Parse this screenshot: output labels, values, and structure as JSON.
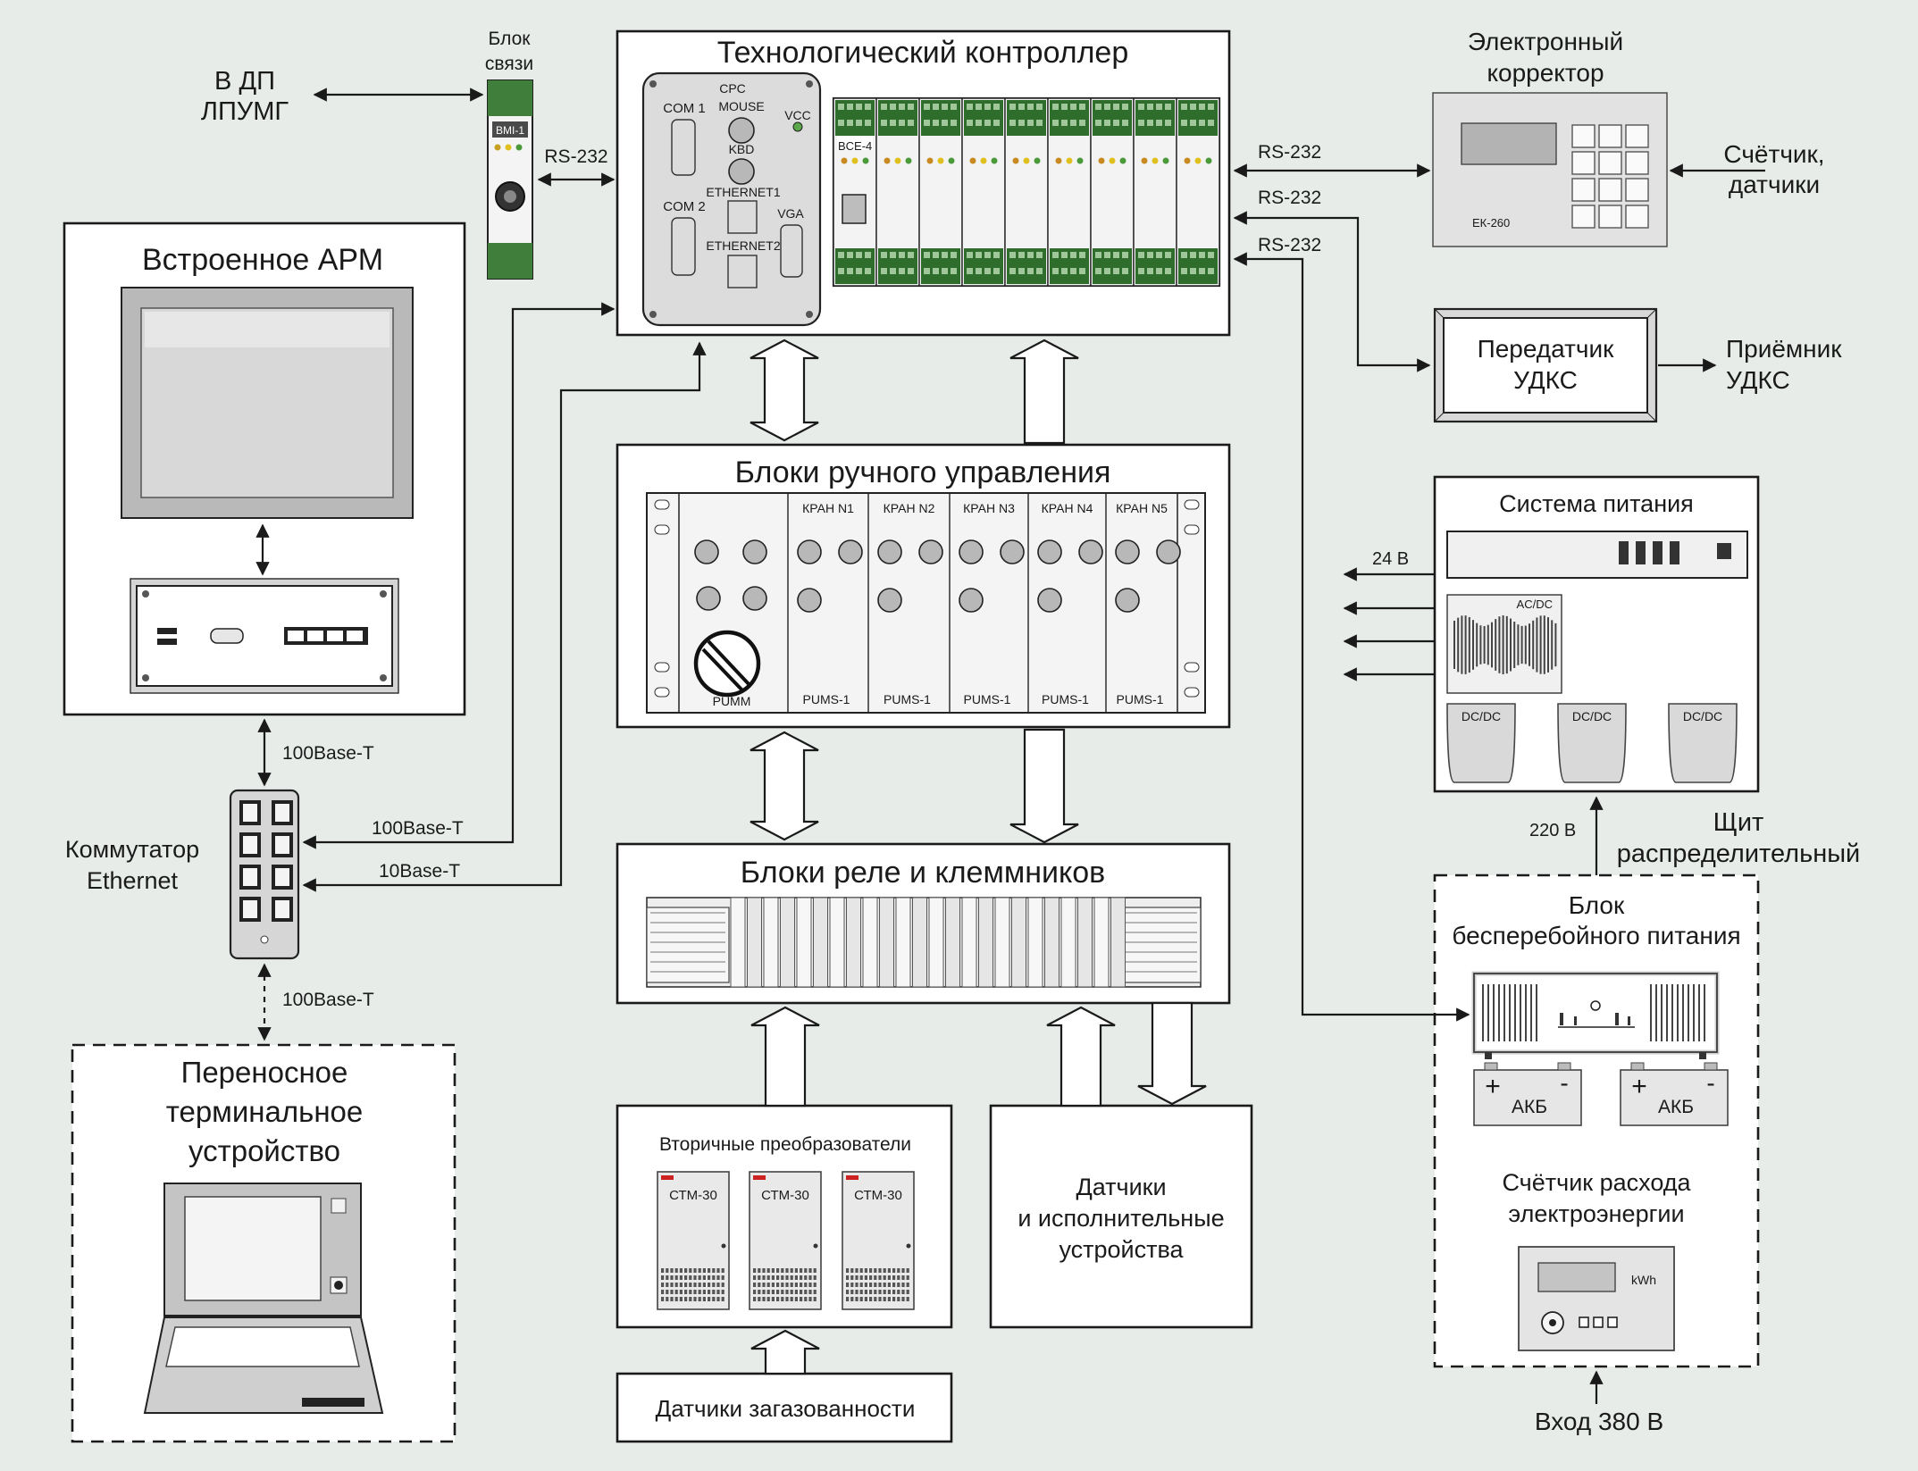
{
  "ctrl": {
    "title": "Технологический контроллер",
    "com1": "COM 1",
    "com2": "COM 2",
    "cpc": "CPC",
    "mouse": "MOUSE",
    "kbd": "KBD",
    "eth1": "ETHERNET1",
    "eth2": "ETHERNET2",
    "vga": "VGA",
    "vcc": "VCC",
    "module": "BCE-4"
  },
  "link_block": {
    "title_l1": "Блок",
    "title_l2": "связи",
    "model": "BMI-1"
  },
  "dp": {
    "l1": "В ДП",
    "l2": "ЛПУМГ"
  },
  "arm": {
    "title": "Встроенное АРМ"
  },
  "switch": {
    "l1": "Коммутатор",
    "l2": "Ethernet"
  },
  "portable": {
    "l1": "Переносное",
    "l2": "терминальное",
    "l3": "устройство"
  },
  "manual": {
    "title": "Блоки ручного управления",
    "main_module": "PUMM",
    "valves": [
      "КРАН N1",
      "КРАН N2",
      "КРАН N3",
      "КРАН N4",
      "КРАН N5"
    ],
    "module": "PUMS-1"
  },
  "relay": {
    "title": "Блоки реле и клеммников"
  },
  "secondary": {
    "title": "Вторичные преобразователи",
    "device": "СТМ-30"
  },
  "gas": {
    "title": "Датчики загазованности"
  },
  "sensors": {
    "l1": "Датчики",
    "l2": "и исполнительные",
    "l3": "устройства"
  },
  "corrector": {
    "l1": "Электронный",
    "l2": "корректор",
    "model": "ЕК-260"
  },
  "meter_in": {
    "l1": "Счётчик,",
    "l2": "датчики"
  },
  "udks_tx": {
    "l1": "Передатчик",
    "l2": "УДКС"
  },
  "udks_rx": {
    "l1": "Приёмник",
    "l2": "УДКС"
  },
  "power": {
    "title": "Система питания",
    "acdc": "AC/DC",
    "dcdc": "DC/DC",
    "v24": "24 В"
  },
  "panel": {
    "l1": "Щит",
    "l2": "распределительный",
    "v220": "220 В"
  },
  "ups": {
    "l1": "Блок",
    "l2": "бесперебойного питания",
    "battery": "АКБ",
    "plus": "+",
    "minus": "-",
    "meter_l1": "Счётчик расхода",
    "meter_l2": "электроэнергии",
    "kwh": "kWh"
  },
  "input380": "Вход 380 В",
  "links": {
    "rs232": "RS-232",
    "base100": "100Base-T",
    "base10": "10Base-T"
  }
}
